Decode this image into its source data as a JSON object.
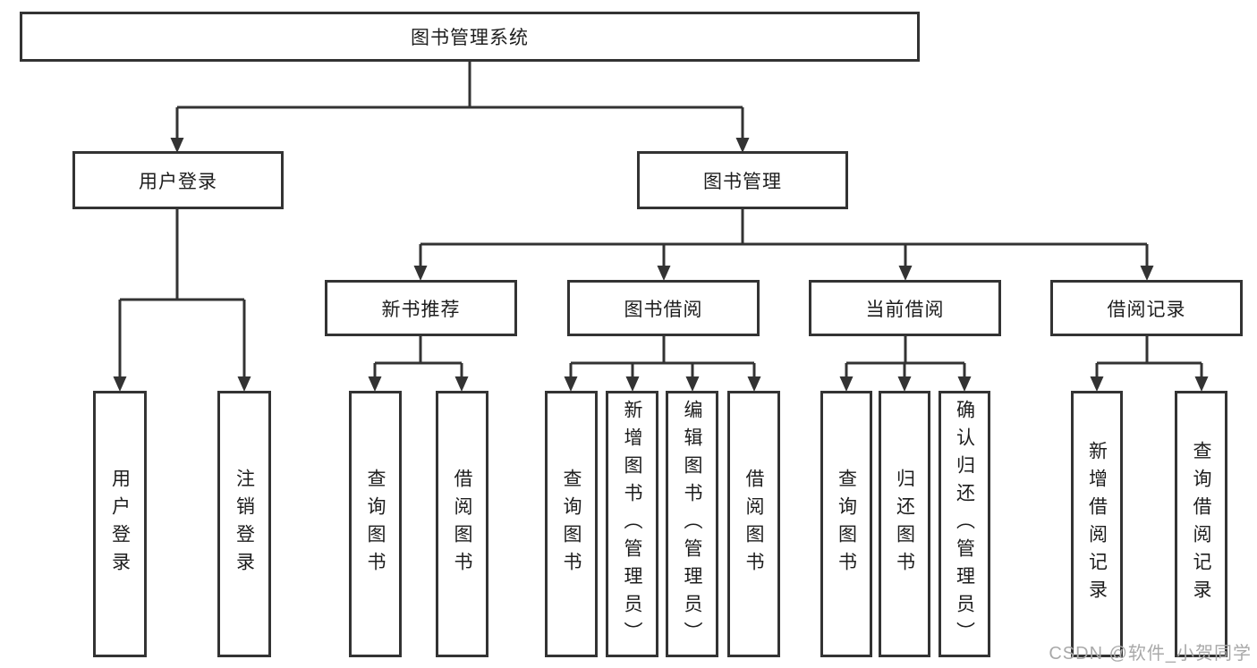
{
  "tree": {
    "label": "图书管理系统",
    "children": [
      {
        "label": "用户登录",
        "children": [
          {
            "label": "用户登录"
          },
          {
            "label": "注销登录"
          }
        ]
      },
      {
        "label": "图书管理",
        "children": [
          {
            "label": "新书推荐",
            "children": [
              {
                "label": "查询图书"
              },
              {
                "label": "借阅图书"
              }
            ]
          },
          {
            "label": "图书借阅",
            "children": [
              {
                "label": "查询图书"
              },
              {
                "label": "新增图书（管理员）"
              },
              {
                "label": "编辑图书（管理员）"
              },
              {
                "label": "借阅图书"
              }
            ]
          },
          {
            "label": "当前借阅",
            "children": [
              {
                "label": "查询图书"
              },
              {
                "label": "归还图书"
              },
              {
                "label": "确认归还（管理员）"
              }
            ]
          },
          {
            "label": "借阅记录",
            "children": [
              {
                "label": "新增借阅记录"
              },
              {
                "label": "查询借阅记录"
              }
            ]
          }
        ]
      }
    ]
  },
  "watermark": {
    "text": "CSDN @软件_小贺同学"
  },
  "colors": {
    "line": "#333333",
    "text": "#1d1d1d",
    "box_background": "#ffffff",
    "page_background": "#ffffff",
    "watermark": "#a9a9a9"
  }
}
